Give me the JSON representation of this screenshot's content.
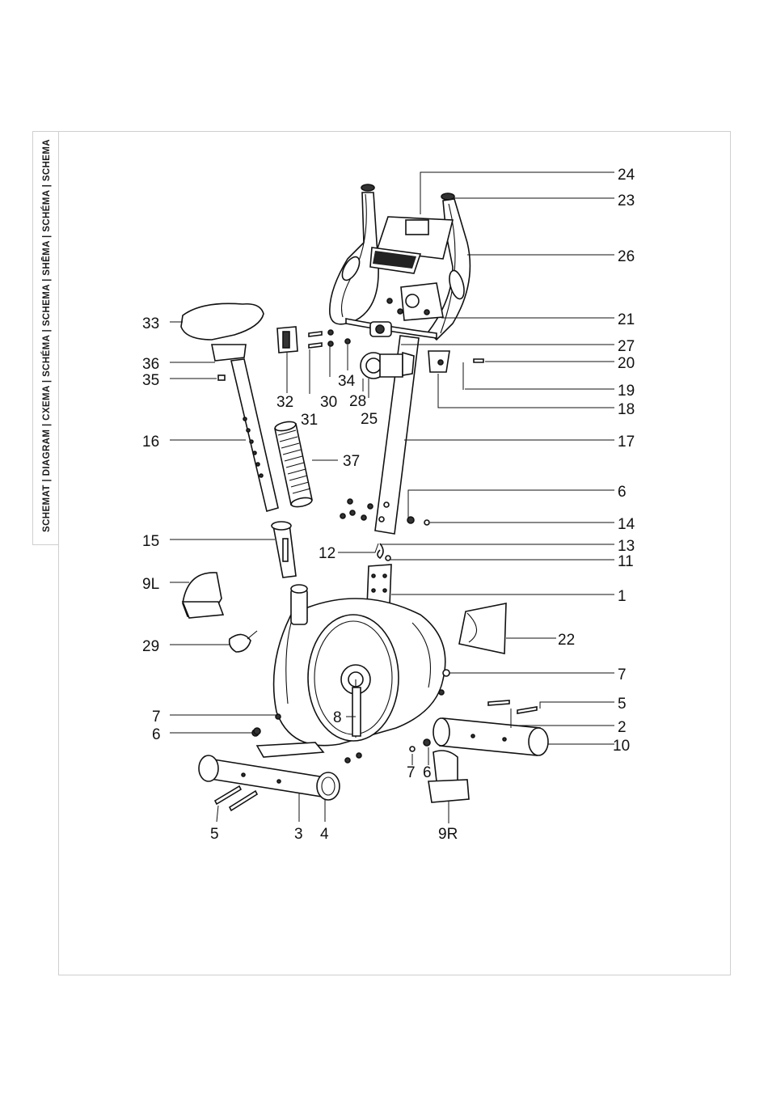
{
  "side_tab": {
    "text": "SCHEMAT | DIAGRAM | CXEMA | SCHÉMA | SCHEMA | SHĒMA | SCHÉMA | SCHEMA"
  },
  "labels": {
    "p1": "1",
    "p2": "2",
    "p3": "3",
    "p4": "4",
    "p5_right": "5",
    "p5_left": "5",
    "p6_right": "6",
    "p6_left": "6",
    "p6_lower": "6",
    "p7_right": "7",
    "p7_left": "7",
    "p7_lower": "7",
    "p8": "8",
    "p9L": "9L",
    "p9R": "9R",
    "p10": "10",
    "p11": "11",
    "p12": "12",
    "p13": "13",
    "p14": "14",
    "p15": "15",
    "p16": "16",
    "p17": "17",
    "p18": "18",
    "p19": "19",
    "p20": "20",
    "p21": "21",
    "p22": "22",
    "p23": "23",
    "p24": "24",
    "p25": "25",
    "p26": "26",
    "p27": "27",
    "p28": "28",
    "p29": "29",
    "p30": "30",
    "p31": "31",
    "p32": "32",
    "p33": "33",
    "p34": "34",
    "p35": "35",
    "p36": "36",
    "p37": "37"
  }
}
